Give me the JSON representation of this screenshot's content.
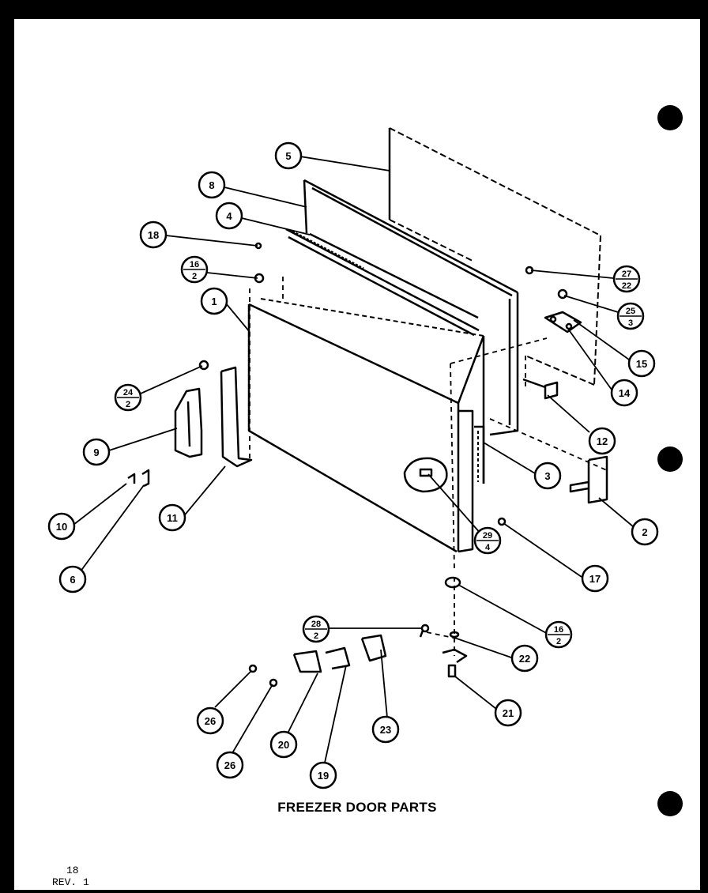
{
  "caption": "FREEZER DOOR PARTS",
  "page_number": "18",
  "revision": "REV. 1",
  "callouts": [
    {
      "label": "5"
    },
    {
      "label": "8"
    },
    {
      "label": "4"
    },
    {
      "label": "18"
    },
    {
      "label": "1"
    },
    {
      "label": "9"
    },
    {
      "label": "10"
    },
    {
      "label": "6"
    },
    {
      "label": "11"
    },
    {
      "label": "3"
    },
    {
      "label": "12"
    },
    {
      "label": "14"
    },
    {
      "label": "15"
    },
    {
      "label": "2"
    },
    {
      "label": "17"
    },
    {
      "label": "22"
    },
    {
      "label": "21"
    },
    {
      "label": "23"
    },
    {
      "label": "19"
    },
    {
      "label": "20"
    },
    {
      "label": "26"
    },
    {
      "label": "26"
    }
  ],
  "fraction_callouts": [
    {
      "top": "16",
      "bottom": "2"
    },
    {
      "top": "24",
      "bottom": "2"
    },
    {
      "top": "27",
      "bottom": "22"
    },
    {
      "top": "25",
      "bottom": "3"
    },
    {
      "top": "29",
      "bottom": "4"
    },
    {
      "top": "16",
      "bottom": "2"
    },
    {
      "top": "28",
      "bottom": "2"
    }
  ],
  "colors": {
    "ink": "#000000",
    "paper": "#ffffff"
  }
}
